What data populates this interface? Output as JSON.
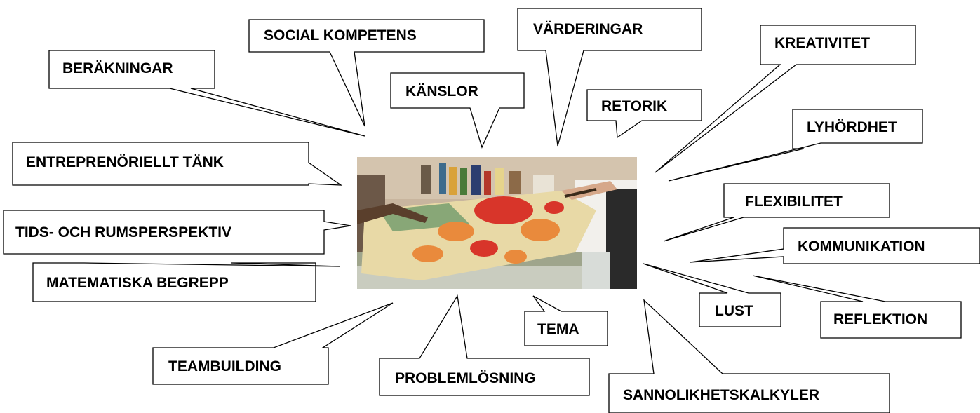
{
  "diagram": {
    "photo": {
      "description_icon": "painting-photo",
      "colors": {
        "paper": "#e8d9a6",
        "red": "#d8352a",
        "orange": "#e98a3c",
        "green": "#6f9a6b",
        "wall": "#c9b9a4"
      }
    },
    "labels": {
      "social_kompetens": "SOCIAL KOMPETENS",
      "varderingar": "VÄRDERINGAR",
      "kreativitet": "KREATIVITET",
      "berakningar": "BERÄKNINGAR",
      "kanslor": "KÄNSLOR",
      "retorik": "RETORIK",
      "lyhordhet": "LYHÖRDHET",
      "entreprenoriellt": "ENTREPRENÖRIELLT TÄNK",
      "flexibilitet": "FLEXIBILITET",
      "tids_och_rum": "TIDS- OCH RUMSPERSPEKTIV",
      "kommunikation": "KOMMUNIKATION",
      "matematiska": "MATEMATISKA BEGREPP",
      "lust": "LUST",
      "reflektion": "REFLEKTION",
      "tema": "TEMA",
      "teambuilding": "TEAMBUILDING",
      "problemlosning": "PROBLEMLÖSNING",
      "sannolikhet": "SANNOLIKHETSKALKYLER"
    }
  }
}
